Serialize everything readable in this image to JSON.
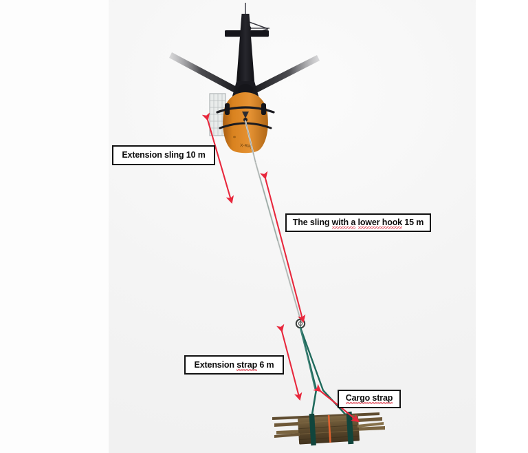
{
  "figure": {
    "title": "Helicopter longline logging rigging diagram",
    "description": "Photograph of a helicopter in flight from below with a longline sling carrying a bundle of logs, annotated with measurement callouts.",
    "background_color": "#ffffff",
    "photo_background_color": "#f4f4f4"
  },
  "callouts": [
    {
      "id": "extension-sling",
      "label": "Extension sling 10 m",
      "value": "10",
      "unit": "m",
      "misspelled_words": []
    },
    {
      "id": "sling-with-lower-hook",
      "label": "The sling with a lower hook 15 m",
      "value": "15",
      "unit": "m",
      "misspelled_words": [
        "with a",
        "lower hook"
      ],
      "parts": {
        "a": "The sling ",
        "b": "with a",
        "c": " ",
        "d": "lower hook",
        "e": " 15 m"
      }
    },
    {
      "id": "extension-strap",
      "label": "Extension strap 6 m",
      "value": "6",
      "unit": "m",
      "misspelled_words": [
        "strap"
      ],
      "parts": {
        "a": "Extension ",
        "b": "strap",
        "c": " 6 m"
      }
    },
    {
      "id": "cargo-strap",
      "label": "Cargo strap",
      "value": "",
      "unit": "",
      "misspelled_words": [
        "Cargo strap"
      ],
      "parts": {
        "a": "Cargo strap"
      }
    }
  ],
  "colors": {
    "arrow_red": "#e8273c",
    "callout_border": "#111111",
    "callout_fill": "#ffffff",
    "spellcheck_red": "#e04a5a",
    "helicopter_body": "#d9821f",
    "helicopter_body_dark": "#a85d12",
    "helicopter_tail": "#1b1b1f",
    "sling_rope": "#c9cdcb",
    "cargo_strap_green": "#1f6a5c",
    "load_strap_orange": "#e2622f",
    "log_brown": "#6b5536"
  },
  "scene": {
    "aircraft": "helicopter",
    "load": "bundle of logs",
    "sling_segments": [
      {
        "name": "extension-sling",
        "length_m": 10
      },
      {
        "name": "sling-with-lower-hook",
        "length_m": 15
      },
      {
        "name": "extension-strap",
        "length_m": 6
      }
    ],
    "lower_hook_present": true,
    "cargo_straps_count": 2
  }
}
